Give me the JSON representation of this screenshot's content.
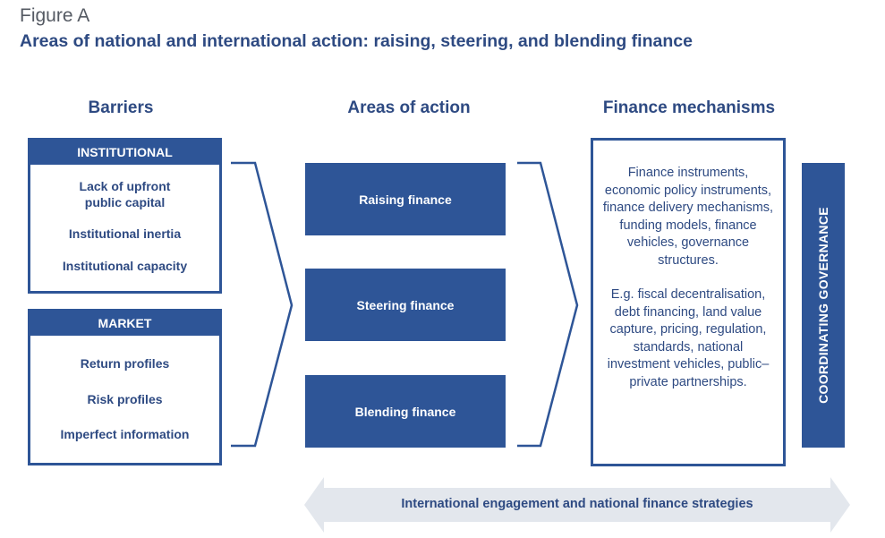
{
  "figure": {
    "label": "Figure A",
    "title": "Areas of national and international action: raising, steering, and blending finance"
  },
  "columns": {
    "barriers": "Barriers",
    "areas": "Areas of action",
    "finance": "Finance mechanisms"
  },
  "barriers": {
    "institutional": {
      "heading": "INSTITUTIONAL",
      "items": [
        "Lack of upfront\npublic capital",
        "Institutional inertia",
        "Institutional capacity"
      ]
    },
    "market": {
      "heading": "MARKET",
      "items": [
        "Return profiles",
        "Risk profiles",
        "Imperfect information"
      ]
    }
  },
  "actions": [
    "Raising finance",
    "Steering finance",
    "Blending finance"
  ],
  "finance": {
    "paragraph1": "Finance instruments, economic policy instruments, finance delivery mechanisms, funding models, finance vehicles, governance structures.",
    "paragraph2": "E.g. fiscal decentralisation, debt financing, land value capture, pricing, regulation, standards, national investment vehicles, public–private partnerships."
  },
  "governance": "COORDINATING GOVERNANCE",
  "bottom_arrow": "International engagement and national finance strategies",
  "colors": {
    "primary": "#2e5597",
    "text": "#2e4a82",
    "arrow_fill": "#e3e7ed",
    "label_gray": "#555a63"
  }
}
